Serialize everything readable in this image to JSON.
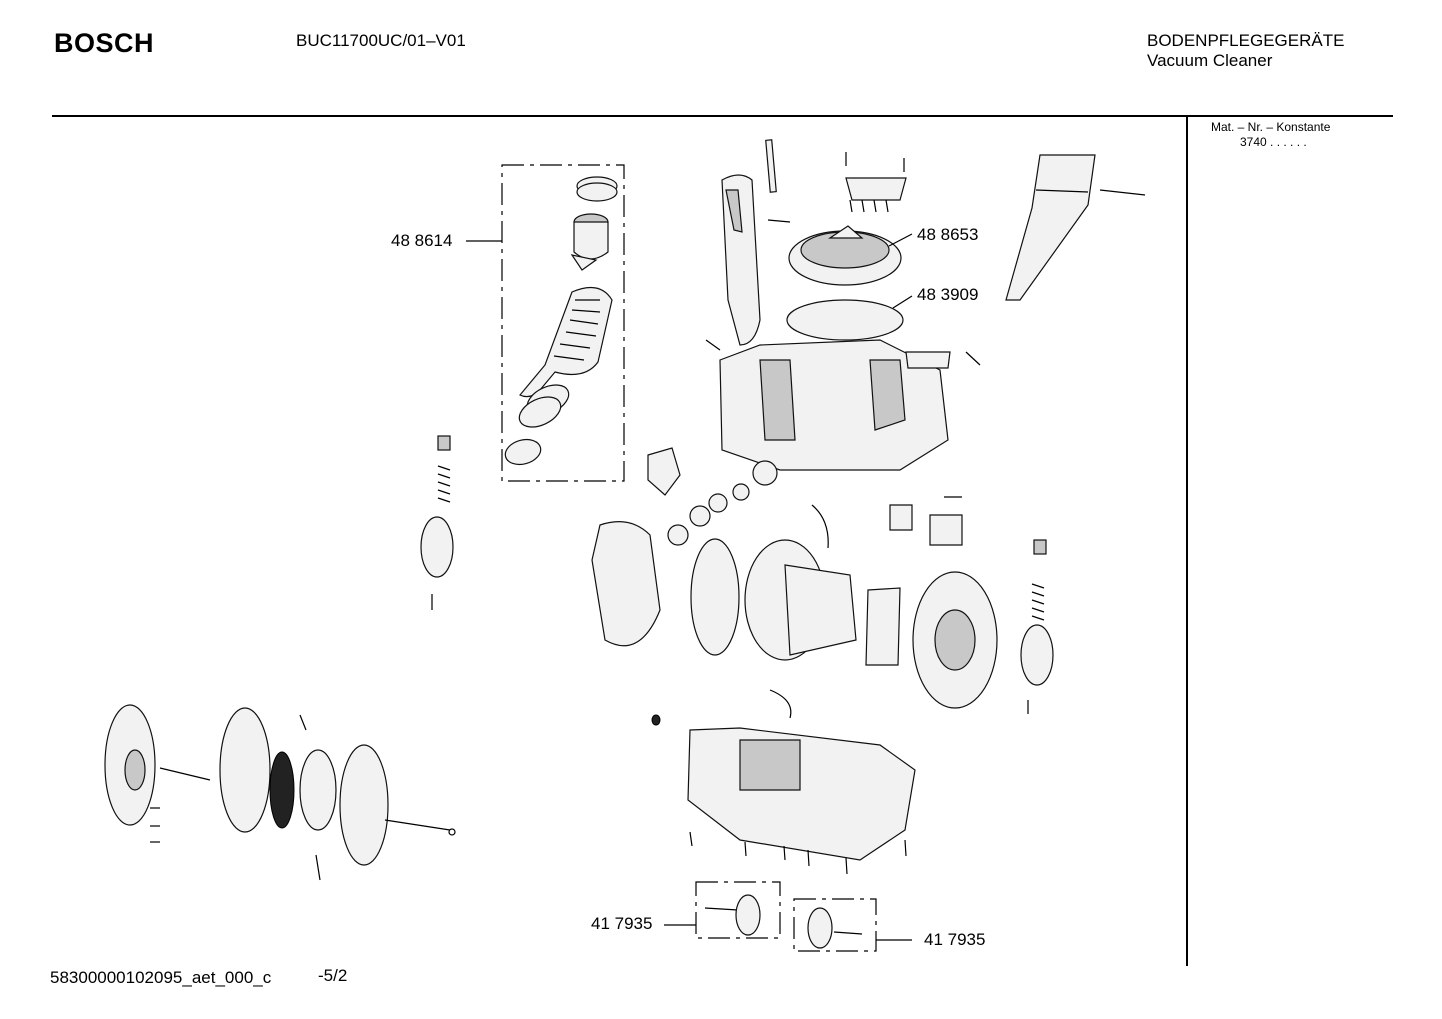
{
  "header": {
    "brand": "BOSCH",
    "model": "BUC11700UC/01–V01",
    "category_de": "BODENPFLEGEGERÄTE",
    "category_en": "Vacuum Cleaner"
  },
  "side_panel": {
    "mat_label": "Mat. – Nr. – Konstante",
    "mat_value": "3740  .  .    .  .  .  ."
  },
  "callouts": {
    "hose": "48 8614",
    "filter_cover": "48 8653",
    "filter": "48 3909",
    "wheel_left": "41 7935",
    "wheel_right": "41 7935"
  },
  "footer": {
    "code": "58300000102095_aet_000_c",
    "page": "-5/2"
  }
}
